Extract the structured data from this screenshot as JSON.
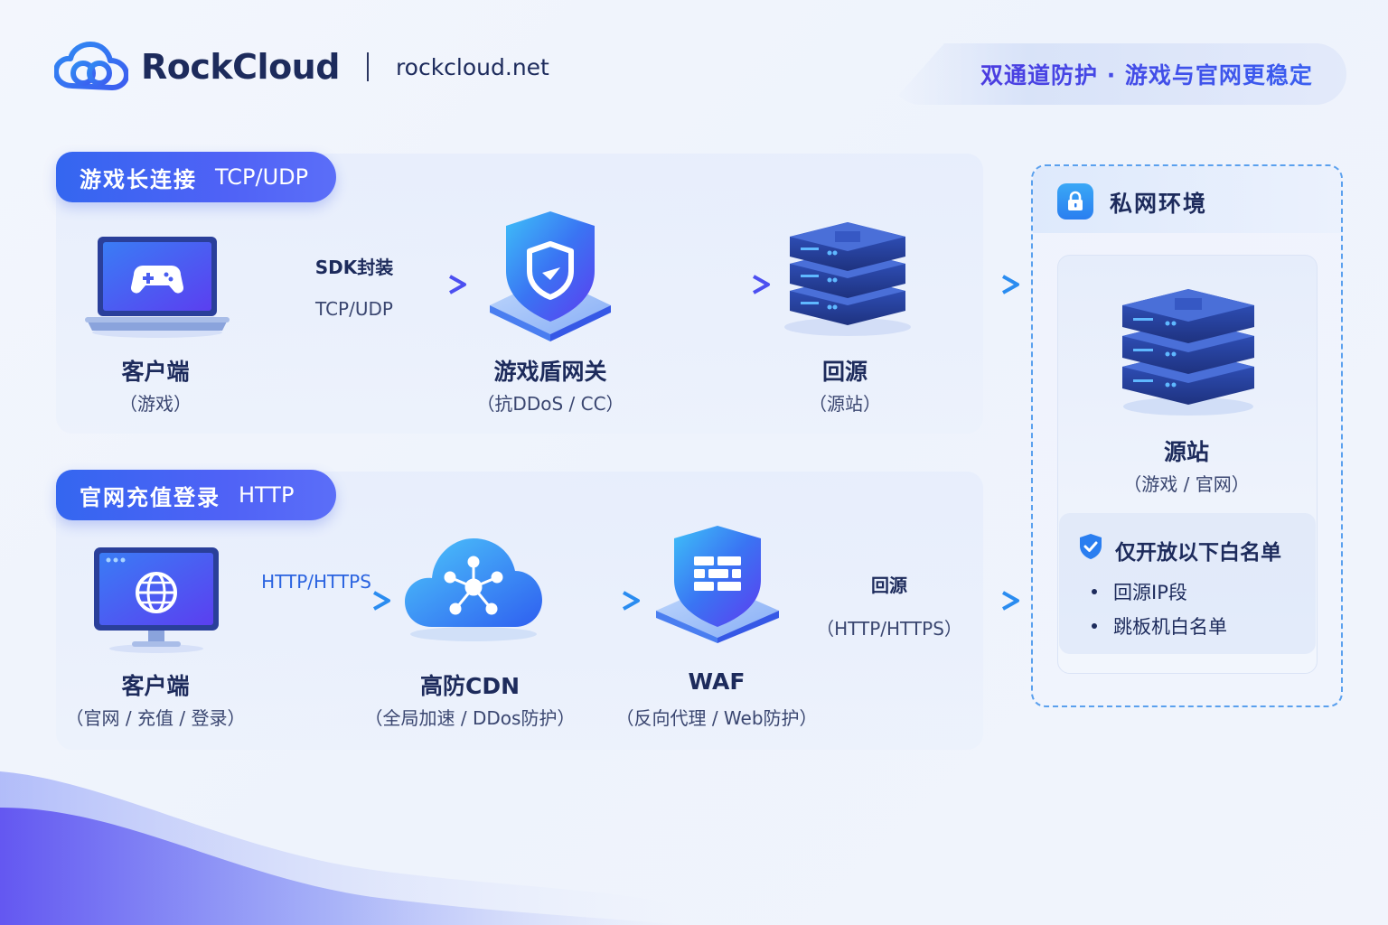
{
  "header": {
    "brand": "RockCloud",
    "domain": "rockcloud.net",
    "tagline": "双通道防护 · 游戏与官网更稳定"
  },
  "channels": [
    {
      "label": "游戏长连接",
      "protocol": "TCP/UDP",
      "nodes": [
        {
          "title": "客户端",
          "subtitle": "（游戏）",
          "icon": "laptop-gamepad-icon"
        },
        {
          "title": "游戏盾网关",
          "subtitle": "（抗DDoS / CC）",
          "icon": "shield-gateway-icon"
        },
        {
          "title": "回源",
          "subtitle": "（源站）",
          "icon": "server-stack-icon"
        }
      ],
      "edges": [
        {
          "label": "SDK封装",
          "sublabel": "TCP/UDP"
        },
        {
          "label": ""
        },
        {
          "label": ""
        }
      ]
    },
    {
      "label": "官网充值登录",
      "protocol": "HTTP",
      "nodes": [
        {
          "title": "客户端",
          "subtitle": "（官网 / 充值 / 登录）",
          "icon": "monitor-globe-icon"
        },
        {
          "title": "高防CDN",
          "subtitle": "（全局加速 / DDos防护）",
          "icon": "cloud-network-icon"
        },
        {
          "title": "WAF",
          "subtitle": "（反向代理 / Web防护）",
          "icon": "firewall-shield-icon"
        }
      ],
      "edges": [
        {
          "label": "HTTP/HTTPS"
        },
        {
          "label": ""
        },
        {
          "label": "回源",
          "sublabel": "（HTTP/HTTPS）"
        }
      ]
    }
  ],
  "private_network": {
    "title": "私网环境",
    "origin_title": "源站",
    "origin_subtitle": "（游戏 / 官网）",
    "whitelist_title": "仅开放以下白名单",
    "whitelist_items": [
      "回源IP段",
      "跳板机白名单"
    ]
  },
  "colors": {
    "primary_blue": "#3466f0",
    "accent_purple": "#5b4cf0",
    "text_dark": "#1d2b5c",
    "dash_border": "#5aa0ee"
  }
}
